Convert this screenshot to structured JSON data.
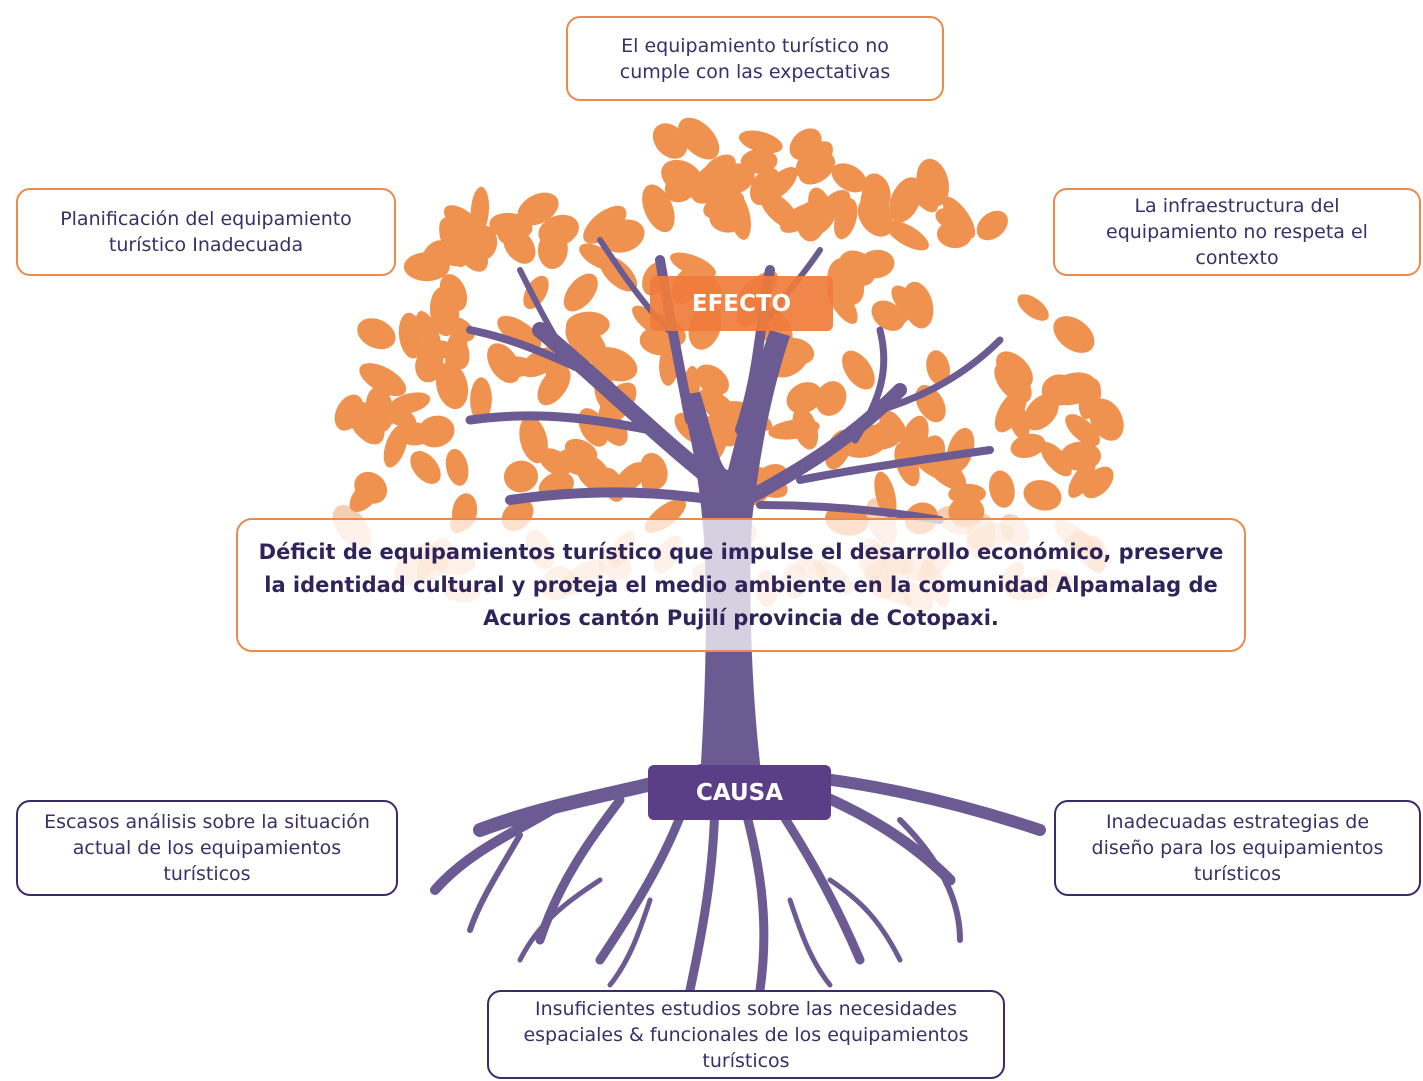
{
  "colors": {
    "leaf": "#f0924f",
    "trunk": "#6b5b92",
    "orange_border": "#ea8a4c",
    "purple_border": "#3d2a6b"
  },
  "labels": {
    "effect": "EFECTO",
    "cause": "CAUSA"
  },
  "central_problem": "Déficit de equipamientos turístico que impulse el desarrollo económico, preserve la identidad cultural y proteja el medio ambiente en la comunidad Alpamalag de Acurios cantón Pujilí provincia de Cotopaxi.",
  "effects": {
    "top": "El equipamiento turístico no cumple con las expectativas",
    "left": "Planificación del equipamiento turístico Inadecuada",
    "right": "La infraestructura del equipamiento no respeta el contexto"
  },
  "causes": {
    "left": "Escasos análisis sobre la situación actual de los equipamientos turísticos",
    "right": "Inadecuadas estrategias de diseño para los equipamientos turísticos",
    "bottom": "Insuficientes estudios sobre las necesidades espaciales & funcionales de los equipamientos turísticos"
  }
}
